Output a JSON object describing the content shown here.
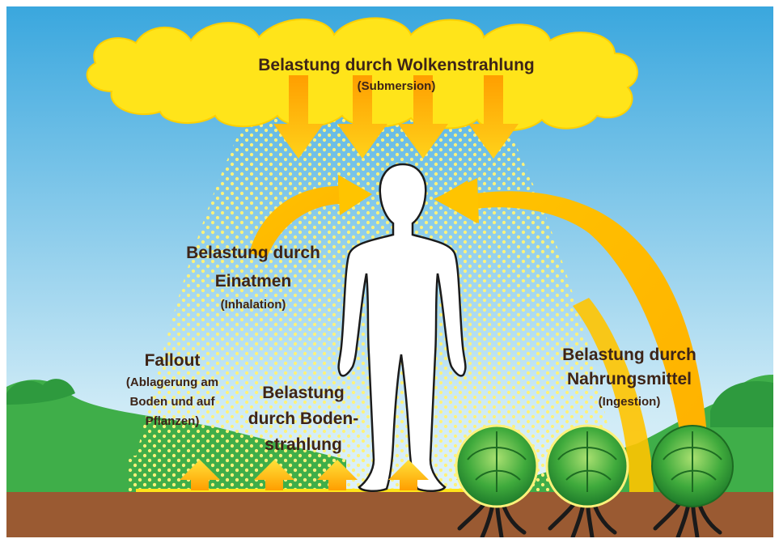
{
  "colors": {
    "sky_top": "#3aa7de",
    "sky_bottom": "#d8eff8",
    "cloud": "#ffe41a",
    "arrow": "#ffb300",
    "soil": "#9a5a32",
    "hill": "#3fae49",
    "text": "#3d2418"
  },
  "cloud_radiation": {
    "title": "Belastung durch Wolkenstrahlung",
    "subtitle": "(Submersion)"
  },
  "inhalation": {
    "line1": "Belastung durch",
    "line2": "Einatmen",
    "subtitle": "(Inhalation)"
  },
  "fallout": {
    "title": "Fallout",
    "line1": "(Ablagerung am",
    "line2": "Boden und auf",
    "line3": "Pflanzen)"
  },
  "ground_radiation": {
    "line1": "Belastung",
    "line2": "durch Boden-",
    "line3": "strahlung"
  },
  "ingestion": {
    "line1": "Belastung durch",
    "line2": "Nahrungsmittel",
    "subtitle": "(Ingestion)"
  }
}
